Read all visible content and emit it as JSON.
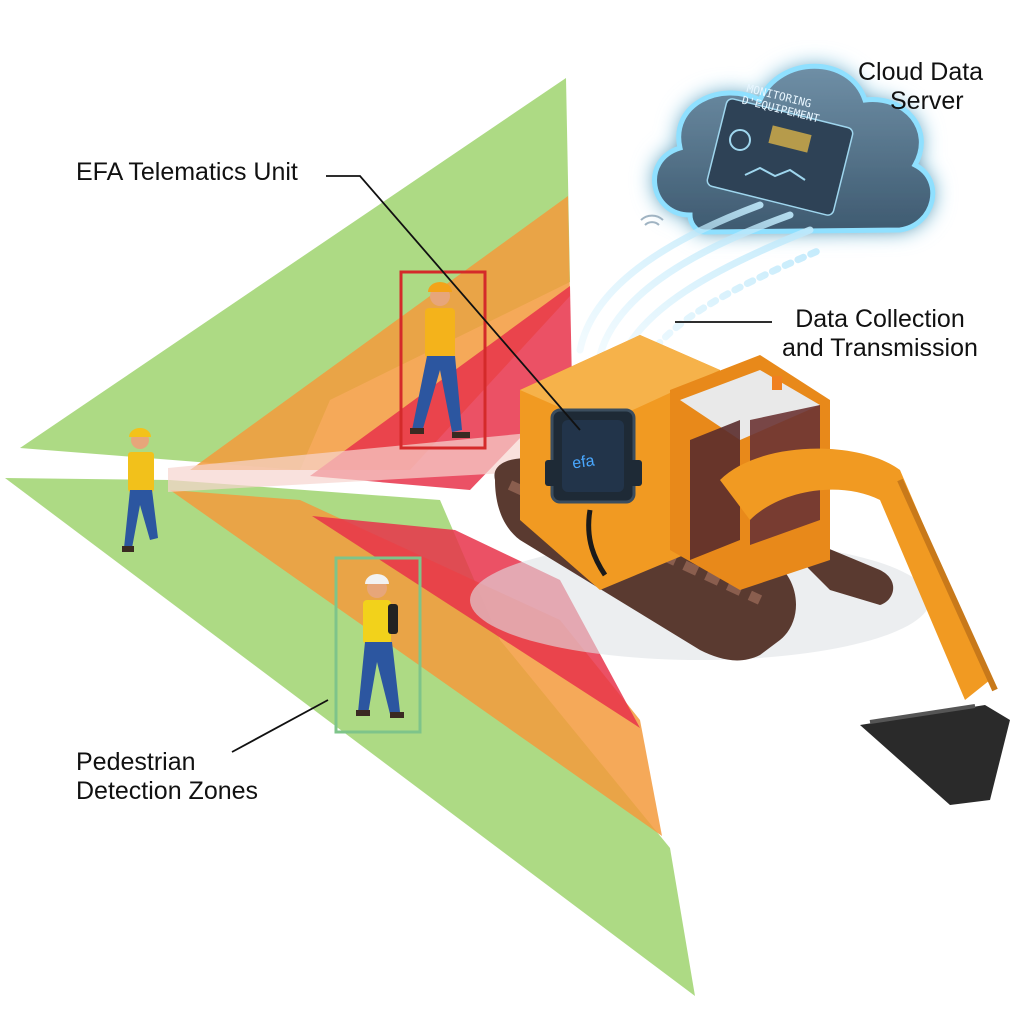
{
  "callouts": {
    "cloud_server": {
      "line1": "Cloud Data",
      "line2": "Server"
    },
    "telematics_unit": "EFA Telematics Unit",
    "data_collection": {
      "line1": "Data Collection",
      "line2": "and Transmission"
    },
    "detection_zones": {
      "line1": "Pedestrian",
      "line2": "Detection Zones"
    }
  },
  "cloud_screen": {
    "line1": "MONITORING",
    "line2": "D'EQUIPEMENT"
  },
  "device": {
    "logo": "efa"
  },
  "zones": [
    {
      "name": "outer",
      "color": "#9fd46f"
    },
    {
      "name": "middle",
      "color": "#f39a3c"
    },
    {
      "name": "inner",
      "color": "#e8334a"
    }
  ],
  "colors": {
    "excavator": "#f19a22",
    "track": "#5a3a30",
    "cloud_glow": "#7fd6f5",
    "device": "#1e2a36",
    "device_accent": "#2f8fe0"
  },
  "icons": [
    "cloud-icon",
    "wifi-icon",
    "data-stream-icon",
    "excavator-icon",
    "worker-icon",
    "telematics-device-icon"
  ]
}
